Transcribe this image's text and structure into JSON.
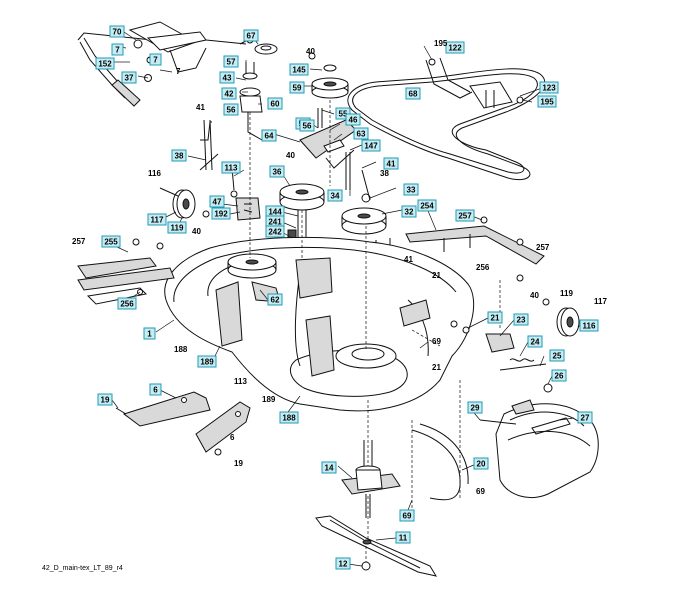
{
  "footer": {
    "drawing_code": "42_D_main-tex_LT_89_r4"
  },
  "colors": {
    "callout_fill": "#c6ecf3",
    "callout_border": "#1f9bb4",
    "line": "#111111"
  },
  "callouts": [
    {
      "id": "70",
      "label": "70"
    },
    {
      "id": "7a",
      "label": "7"
    },
    {
      "id": "152",
      "label": "152"
    },
    {
      "id": "37",
      "label": "37"
    },
    {
      "id": "7b",
      "label": "7"
    },
    {
      "id": "67",
      "label": "67"
    },
    {
      "id": "57a",
      "label": "57"
    },
    {
      "id": "43",
      "label": "43"
    },
    {
      "id": "42",
      "label": "42"
    },
    {
      "id": "56a",
      "label": "56"
    },
    {
      "id": "60",
      "label": "60"
    },
    {
      "id": "145",
      "label": "145"
    },
    {
      "id": "59",
      "label": "59"
    },
    {
      "id": "55",
      "label": "55"
    },
    {
      "id": "57b",
      "label": "57"
    },
    {
      "id": "56b",
      "label": "56"
    },
    {
      "id": "46",
      "label": "46"
    },
    {
      "id": "64",
      "label": "64"
    },
    {
      "id": "63",
      "label": "63"
    },
    {
      "id": "147",
      "label": "147"
    },
    {
      "id": "41a",
      "label": "41"
    },
    {
      "id": "122",
      "label": "122"
    },
    {
      "id": "68",
      "label": "68"
    },
    {
      "id": "123",
      "label": "123"
    },
    {
      "id": "195",
      "label": "195"
    },
    {
      "id": "38",
      "label": "38"
    },
    {
      "id": "113a",
      "label": "113"
    },
    {
      "id": "36",
      "label": "36"
    },
    {
      "id": "34",
      "label": "34"
    },
    {
      "id": "33",
      "label": "33"
    },
    {
      "id": "32",
      "label": "32"
    },
    {
      "id": "47",
      "label": "47"
    },
    {
      "id": "192",
      "label": "192"
    },
    {
      "id": "144",
      "label": "144"
    },
    {
      "id": "241",
      "label": "241"
    },
    {
      "id": "242",
      "label": "242"
    },
    {
      "id": "117a",
      "label": "117"
    },
    {
      "id": "119a",
      "label": "119"
    },
    {
      "id": "254",
      "label": "254"
    },
    {
      "id": "257a",
      "label": "257"
    },
    {
      "id": "255",
      "label": "255"
    },
    {
      "id": "256a",
      "label": "256"
    },
    {
      "id": "62",
      "label": "62"
    },
    {
      "id": "1",
      "label": "1"
    },
    {
      "id": "189a",
      "label": "189"
    },
    {
      "id": "21a",
      "label": "21"
    },
    {
      "id": "23",
      "label": "23"
    },
    {
      "id": "24",
      "label": "24"
    },
    {
      "id": "25",
      "label": "25"
    },
    {
      "id": "116",
      "label": "116"
    },
    {
      "id": "26",
      "label": "26"
    },
    {
      "id": "6",
      "label": "6"
    },
    {
      "id": "19",
      "label": "19"
    },
    {
      "id": "188",
      "label": "188"
    },
    {
      "id": "27",
      "label": "27"
    },
    {
      "id": "29",
      "label": "29"
    },
    {
      "id": "20",
      "label": "20"
    },
    {
      "id": "14",
      "label": "14"
    },
    {
      "id": "69",
      "label": "69"
    },
    {
      "id": "11",
      "label": "11"
    },
    {
      "id": "12",
      "label": "12"
    }
  ],
  "labels": [
    {
      "id": "7c",
      "label": "7"
    },
    {
      "id": "40a",
      "label": "40"
    },
    {
      "id": "195b",
      "label": "195"
    },
    {
      "id": "41b",
      "label": "41"
    },
    {
      "id": "40b",
      "label": "40"
    },
    {
      "id": "38b",
      "label": "38"
    },
    {
      "id": "116b",
      "label": "116"
    },
    {
      "id": "40c",
      "label": "40"
    },
    {
      "id": "257b",
      "label": "257"
    },
    {
      "id": "257c",
      "label": "257"
    },
    {
      "id": "41c",
      "label": "41"
    },
    {
      "id": "21b",
      "label": "21"
    },
    {
      "id": "256b",
      "label": "256"
    },
    {
      "id": "40d",
      "label": "40"
    },
    {
      "id": "119b",
      "label": "119"
    },
    {
      "id": "117b",
      "label": "117"
    },
    {
      "id": "69b",
      "label": "69"
    },
    {
      "id": "21c",
      "label": "21"
    },
    {
      "id": "188b",
      "label": "188"
    },
    {
      "id": "113b",
      "label": "113"
    },
    {
      "id": "189b",
      "label": "189"
    },
    {
      "id": "6b",
      "label": "6"
    },
    {
      "id": "19b",
      "label": "19"
    },
    {
      "id": "69c",
      "label": "69"
    }
  ]
}
